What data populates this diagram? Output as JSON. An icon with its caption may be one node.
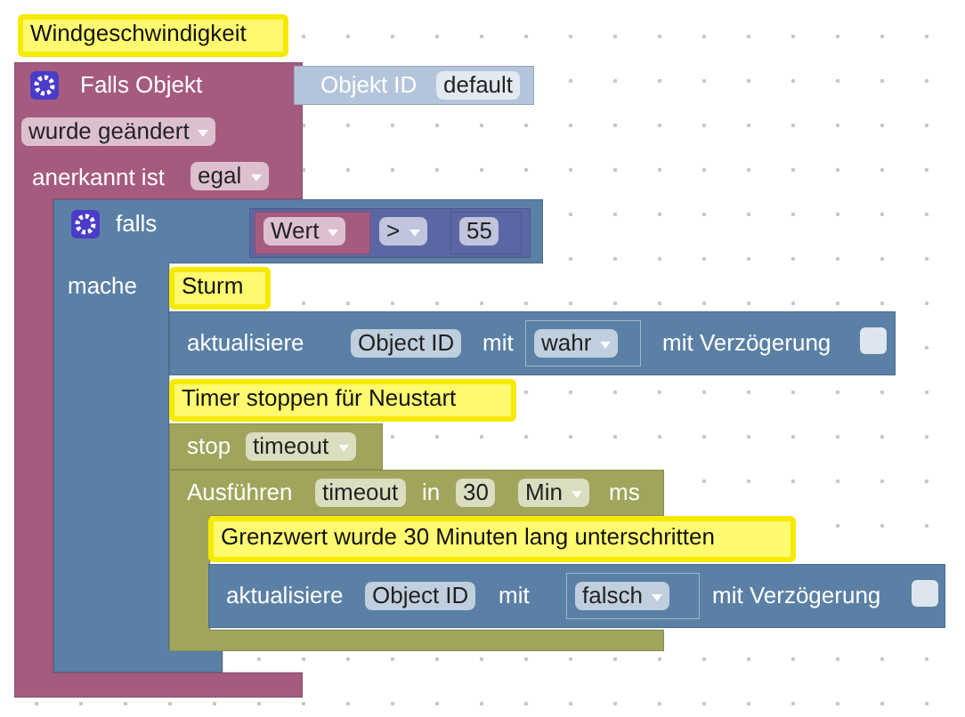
{
  "diagram": {
    "nodes": [
      {
        "text": [
          "Windgeschwindigkeit"
        ]
      },
      {
        "text": [
          "Falls Objekt",
          "wurde geändert",
          "anerkannt ist",
          "egal"
        ]
      },
      {
        "text": [
          "Objekt ID",
          "default"
        ]
      },
      {
        "text": [
          "falls",
          "mache"
        ]
      },
      {
        "text": [
          ">"
        ],
        "in": 3
      },
      {
        "text": [
          "Wert"
        ],
        "in": 4
      },
      {
        "text": [
          "55"
        ],
        "in": 4
      },
      {
        "text": [
          "Sturm"
        ]
      },
      {
        "text": [
          "aktualisiere",
          "Object ID",
          "mit",
          "mit Verzögerung"
        ]
      },
      {
        "text": [
          "wahr"
        ],
        "in": 8
      },
      {
        "text": [
          "Timer stoppen für Neustart"
        ]
      },
      {
        "text": [
          "stop",
          "timeout"
        ]
      },
      {
        "text": [
          "Ausführen",
          "timeout",
          "in",
          "30",
          "Min",
          "ms"
        ]
      },
      {
        "text": [
          "Grenzwert wurde 30 Minuten lang unterschritten"
        ]
      },
      {
        "text": [
          "aktualisiere",
          "Object ID",
          "mit",
          "mit Verzögerung"
        ]
      },
      {
        "text": [
          "falsch"
        ],
        "in": 14
      }
    ]
  }
}
